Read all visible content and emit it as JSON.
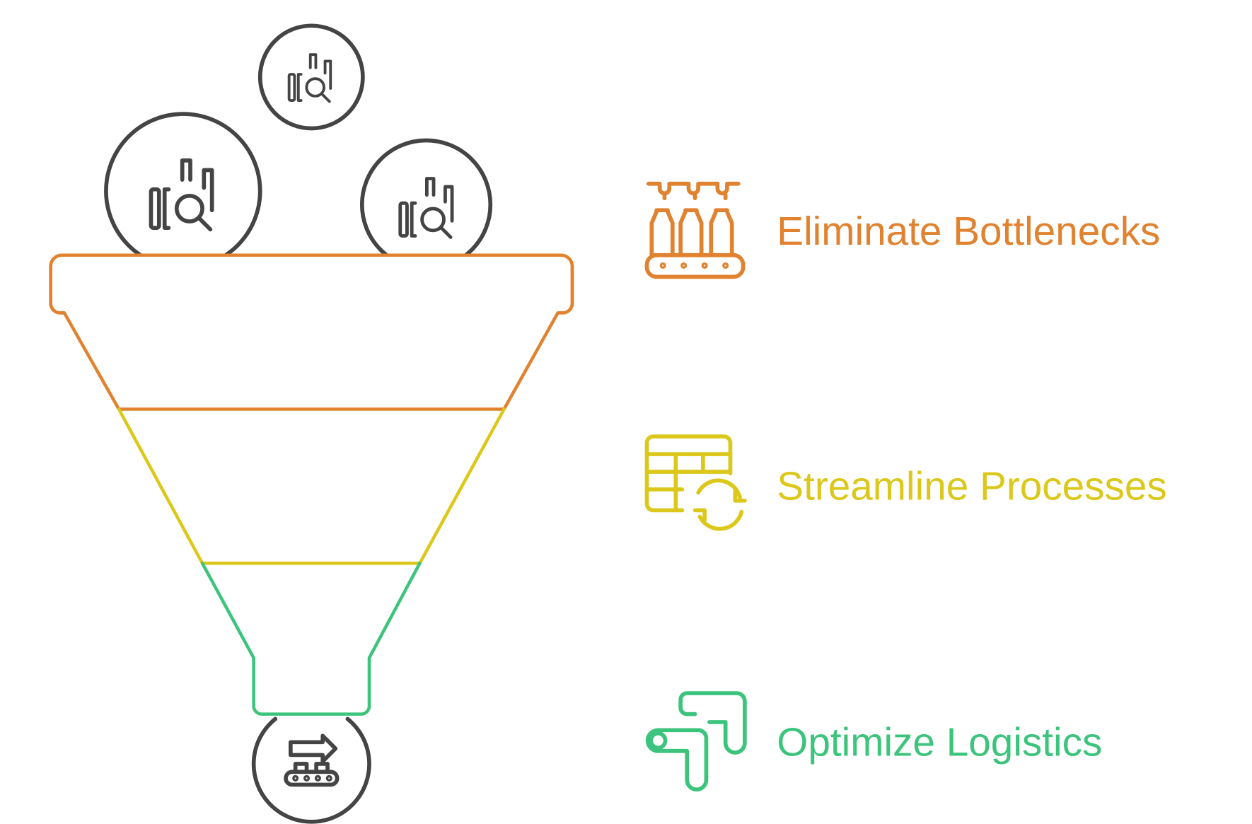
{
  "colors": {
    "orange": "#E0822F",
    "yellow": "#DCC81A",
    "green": "#3CC47C",
    "dark": "#444444"
  },
  "stages": [
    {
      "label": "Eliminate Bottlenecks",
      "icon": "bottling-conveyor-icon"
    },
    {
      "label": "Streamline Processes",
      "icon": "table-refresh-icon"
    },
    {
      "label": "Optimize Logistics",
      "icon": "pipe-route-icon"
    }
  ],
  "inputs_icon": "chart-search-icon",
  "output_icon": "conveyor-arrow-icon"
}
